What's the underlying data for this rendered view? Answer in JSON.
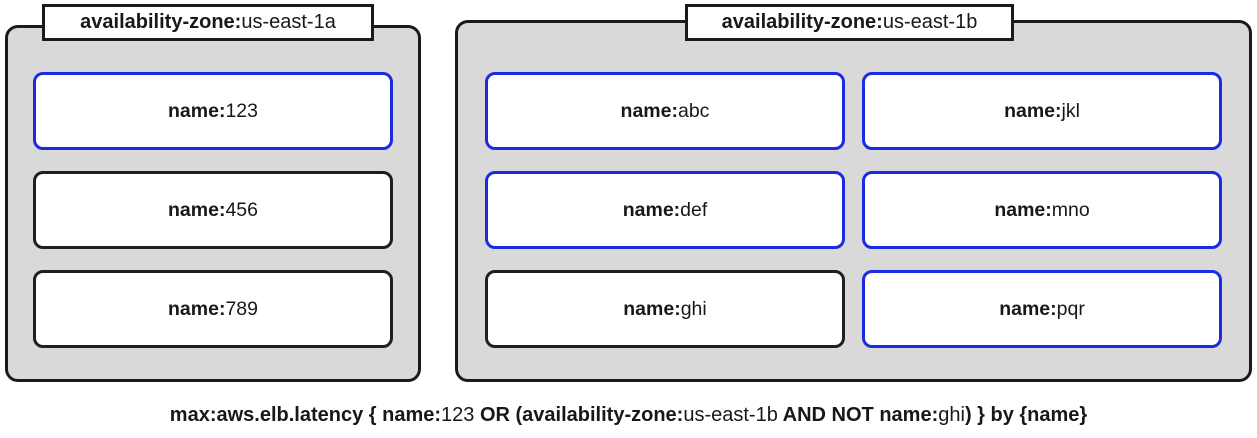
{
  "colors": {
    "panel_bg": "#d9d9d9",
    "panel_border": "#1a1a1a",
    "match_border": "#1a2be2",
    "nonmatch_border": "#1f1f1f"
  },
  "zones": [
    {
      "label_key": "availability-zone:",
      "label_value": "us-east-1a",
      "boxes": [
        {
          "key": "name:",
          "value": "123",
          "match": true
        },
        {
          "key": "name:",
          "value": "456",
          "match": false
        },
        {
          "key": "name:",
          "value": "789",
          "match": false
        }
      ]
    },
    {
      "label_key": "availability-zone:",
      "label_value": "us-east-1b",
      "boxes": [
        {
          "key": "name:",
          "value": "abc",
          "match": true
        },
        {
          "key": "name:",
          "value": "jkl",
          "match": true
        },
        {
          "key": "name:",
          "value": "def",
          "match": true
        },
        {
          "key": "name:",
          "value": "mno",
          "match": true
        },
        {
          "key": "name:",
          "value": "ghi",
          "match": false
        },
        {
          "key": "name:",
          "value": "pqr",
          "match": true
        }
      ]
    }
  ],
  "caption": {
    "segments": [
      {
        "text": "max:aws.elb.latency { name:",
        "bold": true
      },
      {
        "text": "123",
        "bold": false
      },
      {
        "text": " OR (availability-zone:",
        "bold": true
      },
      {
        "text": "us-east-1b",
        "bold": false
      },
      {
        "text": " AND NOT name:",
        "bold": true
      },
      {
        "text": "ghi",
        "bold": false
      },
      {
        "text": ") } by {name}",
        "bold": true
      }
    ]
  }
}
